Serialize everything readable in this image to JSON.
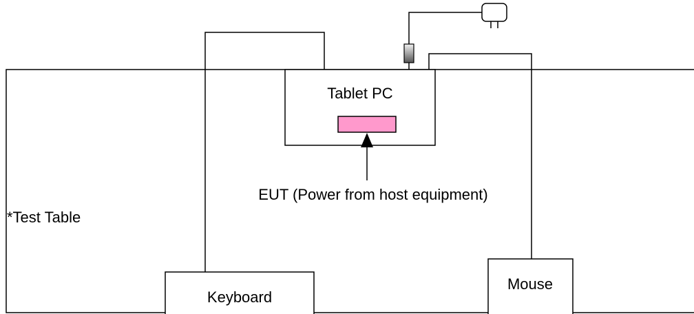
{
  "labels": {
    "table": "*Test Table",
    "tablet": "Tablet PC",
    "eut": "EUT (Power from host equipment)",
    "keyboard": "Keyboard",
    "mouse": "Mouse"
  },
  "colors": {
    "line": "#000000",
    "eut_fill": "#ff99cc",
    "background": "#ffffff"
  },
  "icons": {
    "adapter": "power-adapter-icon",
    "plug": "wall-plug-icon",
    "arrow": "arrow-up-icon"
  }
}
